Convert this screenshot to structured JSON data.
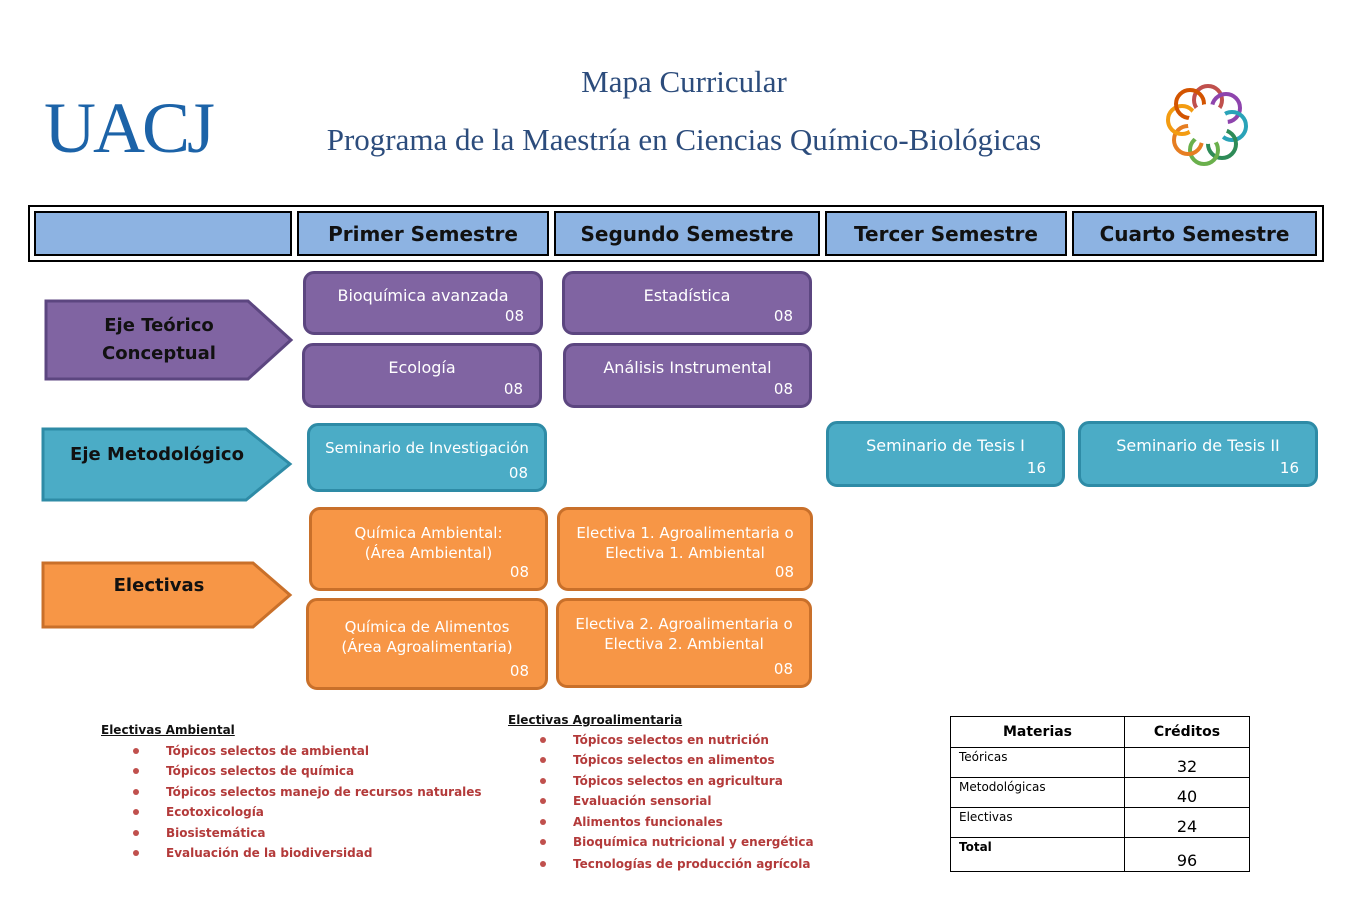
{
  "header": {
    "logo_text": "UACJ",
    "title": "Mapa Curricular",
    "subtitle": "Programa de la Maestría en Ciencias Químico-Biológicas"
  },
  "semesters": [
    "",
    "Primer Semestre",
    "Segundo Semestre",
    "Tercer Semestre",
    "Cuarto Semestre"
  ],
  "axes": {
    "teorico": "Eje Teórico Conceptual",
    "metodologico": "Eje Metodológico",
    "electivas": "Electivas"
  },
  "courses": {
    "bioquimica": {
      "name": "Bioquímica avanzada",
      "credits": "08"
    },
    "estadistica": {
      "name": "Estadística",
      "credits": "08"
    },
    "ecologia": {
      "name": "Ecología",
      "credits": "08"
    },
    "analisis": {
      "name": "Análisis Instrumental",
      "credits": "08"
    },
    "seminario_inv": {
      "name": "Seminario de Investigación",
      "credits": "08"
    },
    "tesis1": {
      "name": "Seminario de Tesis I",
      "credits": "16"
    },
    "tesis2": {
      "name": "Seminario de Tesis II",
      "credits": "16"
    },
    "quim_amb": {
      "name": "Química Ambiental:\n(Área Ambiental)",
      "credits": "08"
    },
    "elect1": {
      "name": "Electiva 1. Agroalimentaria o\nElectiva 1.  Ambiental",
      "credits": "08"
    },
    "quim_alim": {
      "name": "Química de Alimentos\n(Área Agroalimentaria)",
      "credits": "08"
    },
    "elect2": {
      "name": "Electiva 2. Agroalimentaria o\nElectiva 2. Ambiental",
      "credits": "08"
    }
  },
  "electivas_ambiental": {
    "title": "Electivas Ambiental",
    "items": [
      "Tópicos selectos de ambiental",
      "Tópicos selectos de química",
      "Tópicos selectos manejo de recursos naturales",
      "Ecotoxicología",
      "Biosistemática",
      "Evaluación de la biodiversidad"
    ]
  },
  "electivas_agro": {
    "title": "Electivas Agroalimentaria",
    "items": [
      "Tópicos selectos en nutrición",
      "Tópicos selectos en alimentos",
      "Tópicos selectos en agricultura",
      "Evaluación sensorial",
      "Alimentos funcionales",
      "Bioquímica nutricional y energética",
      "Tecnologías de producción agrícola"
    ]
  },
  "credits_table": {
    "headers": [
      "Materias",
      "Créditos"
    ],
    "rows": [
      {
        "materia": "Teóricas",
        "creditos": "32"
      },
      {
        "materia": "Metodológicas",
        "creditos": "40"
      },
      {
        "materia": "Electivas",
        "creditos": "24"
      },
      {
        "materia": "Total",
        "creditos": "96"
      }
    ]
  },
  "colors": {
    "teorico": "#8064a2",
    "metodologico": "#4bacc6",
    "electivas": "#f79646",
    "semester_header": "#8db3e2",
    "title": "#2c4c7c",
    "elective_text": "#b33a3a"
  }
}
